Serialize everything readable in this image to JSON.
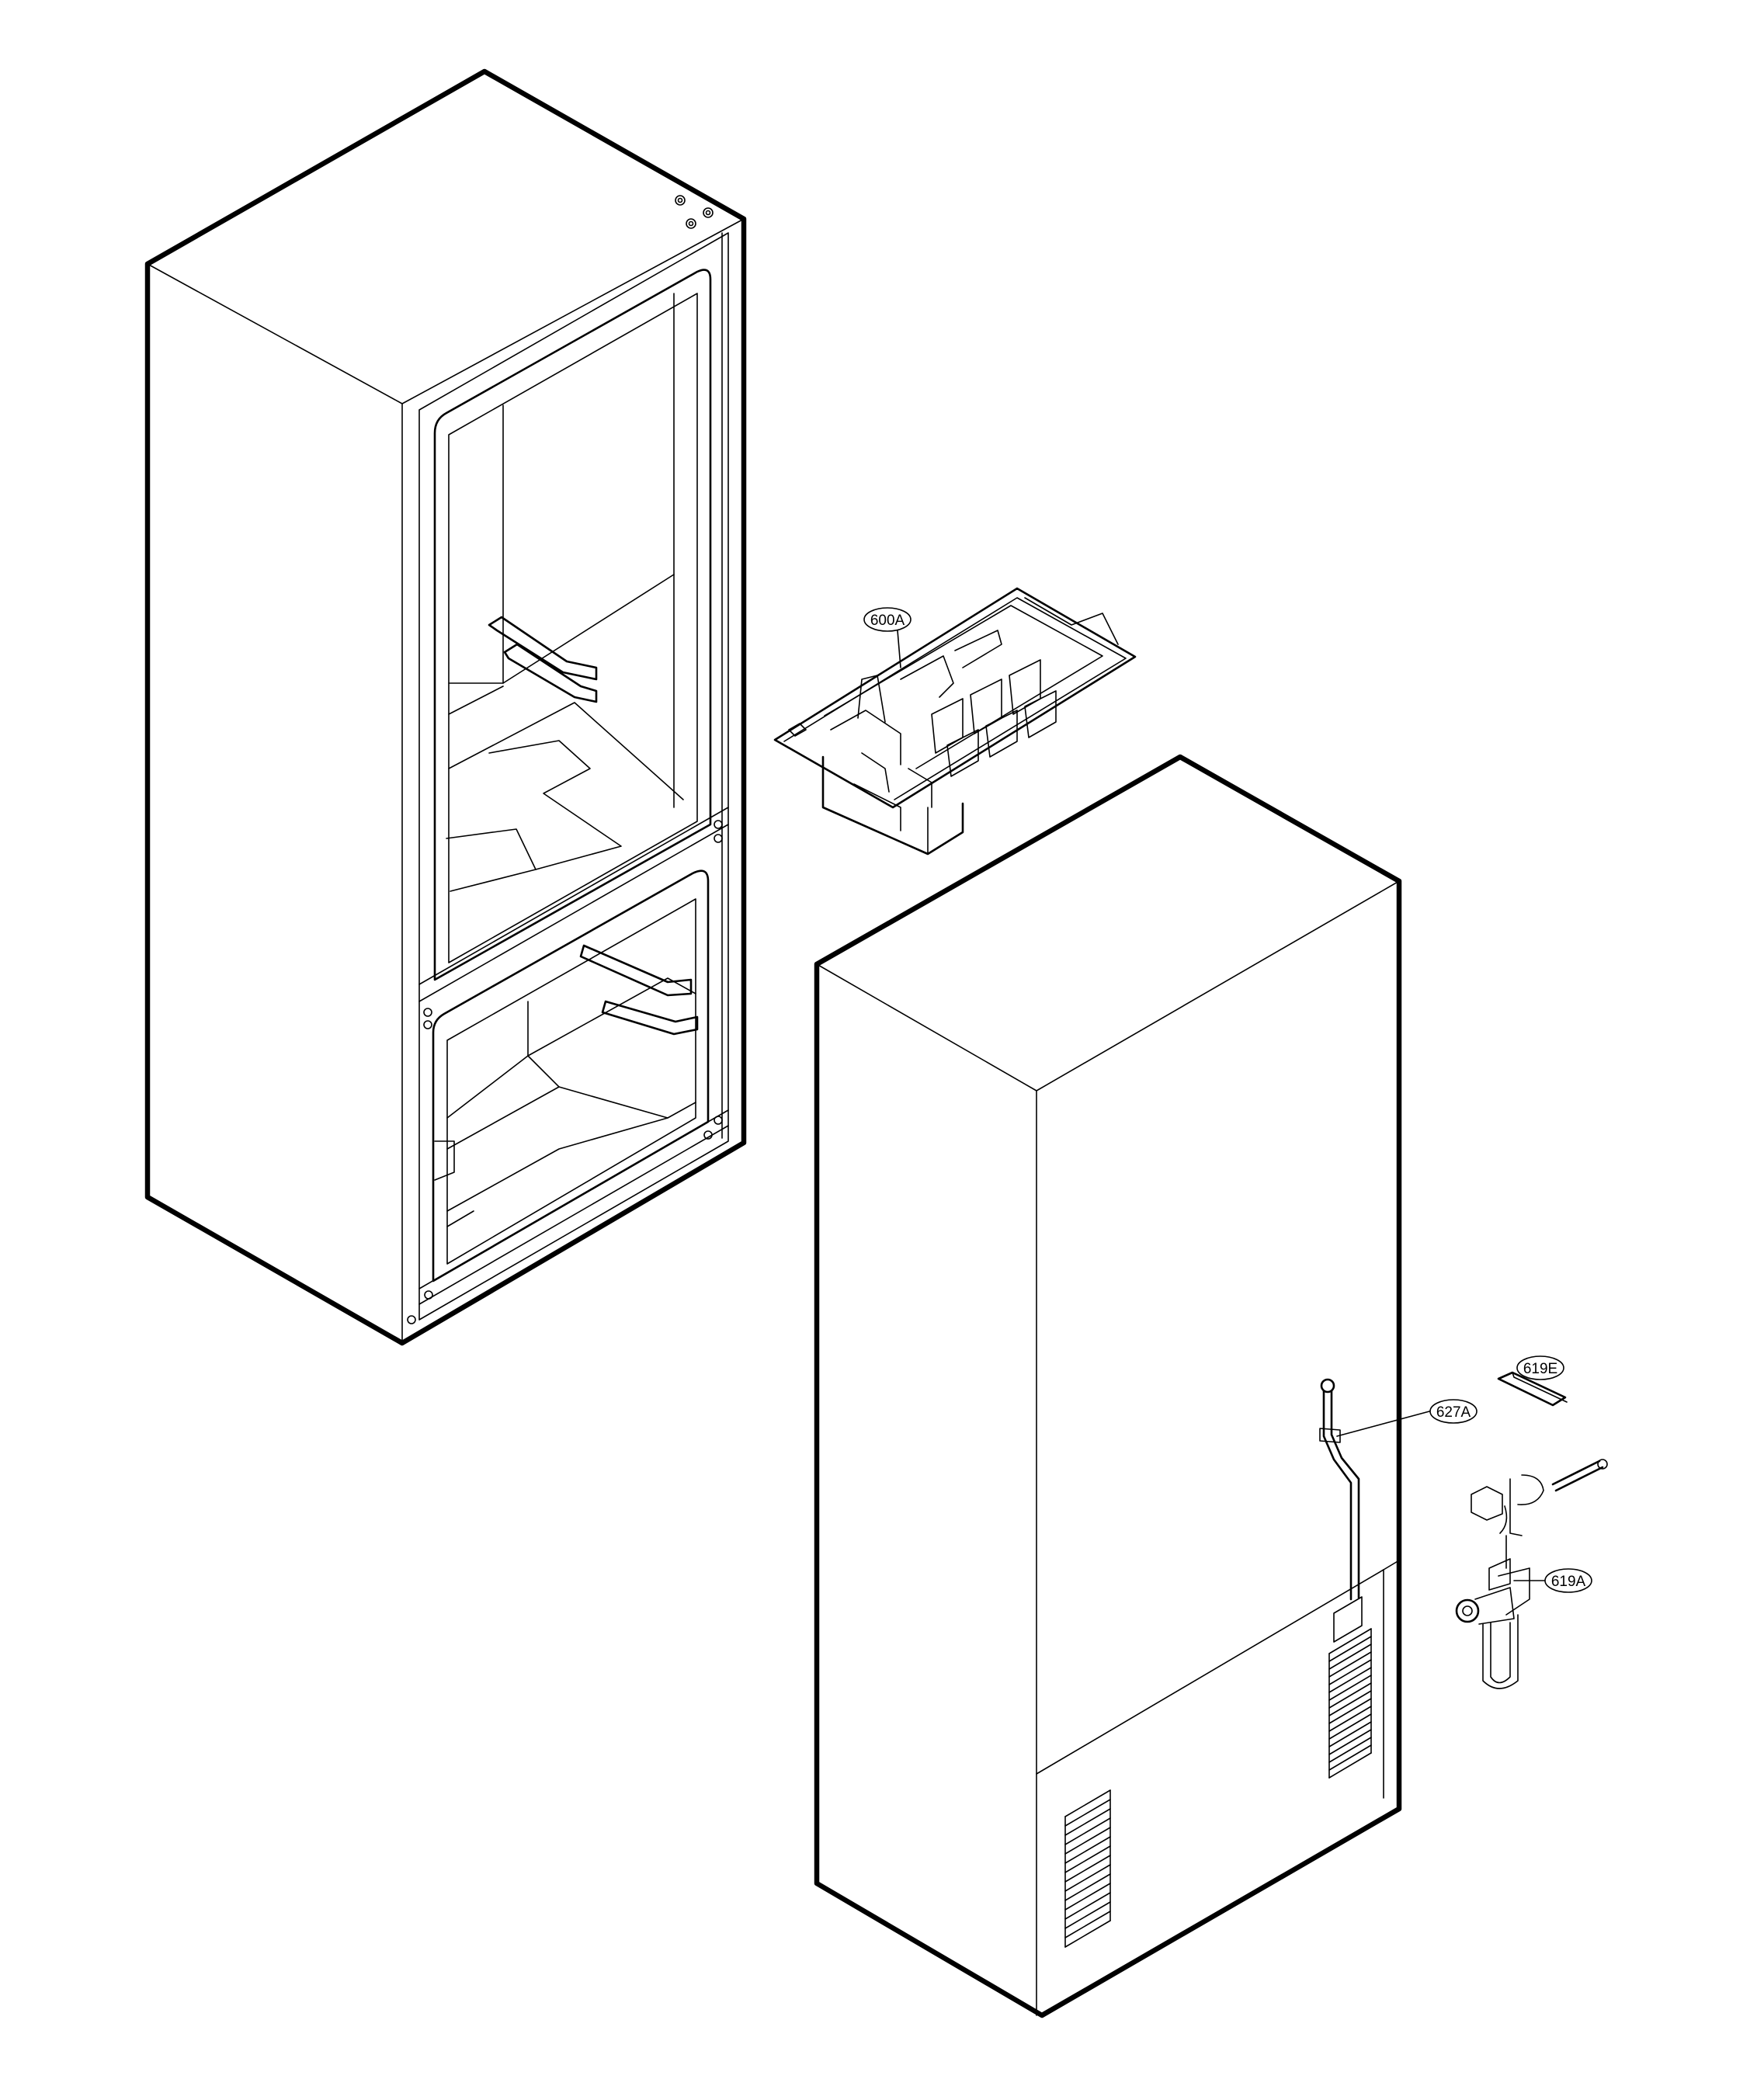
{
  "callouts": [
    {
      "id": "600A",
      "label": "600A"
    },
    {
      "id": "619E",
      "label": "619E"
    },
    {
      "id": "627A",
      "label": "627A"
    },
    {
      "id": "619A",
      "label": "619A"
    }
  ]
}
